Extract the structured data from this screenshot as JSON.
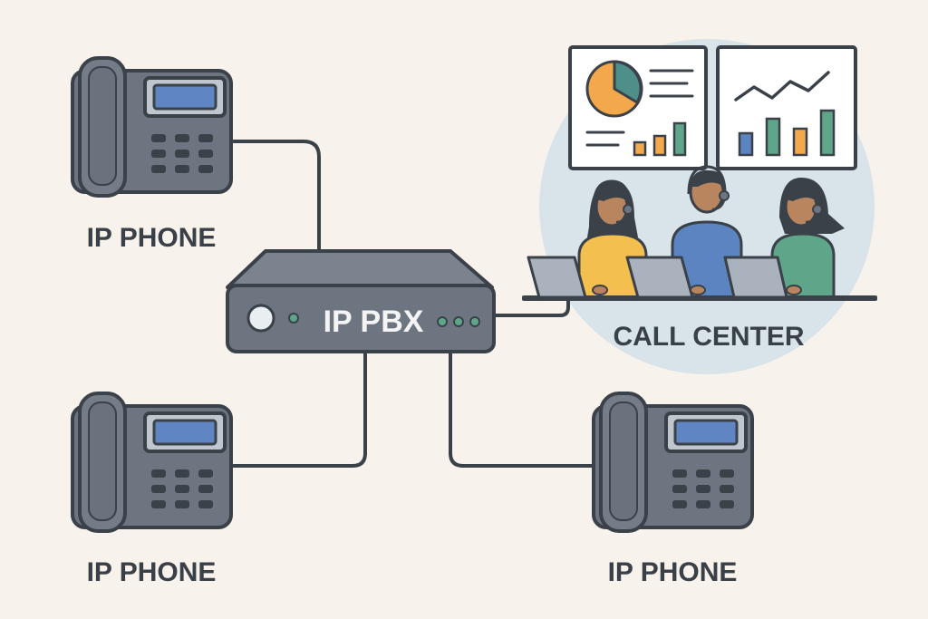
{
  "diagram": {
    "pbx": {
      "label": "IP PBX"
    },
    "phones": [
      {
        "label": "IP PHONE"
      },
      {
        "label": "IP PHONE"
      },
      {
        "label": "IP PHONE"
      }
    ],
    "call_center": {
      "label": "CALL CENTER"
    }
  },
  "colors": {
    "background": "#f8f2ec",
    "outline": "#3b4149",
    "device_body": "#6d7580",
    "screen": "#5f86c2",
    "circle": "#d8e4ea",
    "cable": "#3b4149",
    "agent_yellow": "#f3c04f",
    "agent_blue": "#5c84c0",
    "agent_green": "#5ea58a",
    "pie_orange": "#f3a84c",
    "pie_teal": "#4e8f8a",
    "bar_blue": "#5c84c0",
    "bar_green": "#5ea58a",
    "bar_orange": "#f3a84c"
  },
  "icons": [
    "ip-phone-icon",
    "pbx-server-icon",
    "headset-agent-icon",
    "laptop-icon",
    "pie-chart-icon",
    "bar-chart-icon",
    "line-chart-icon"
  ]
}
